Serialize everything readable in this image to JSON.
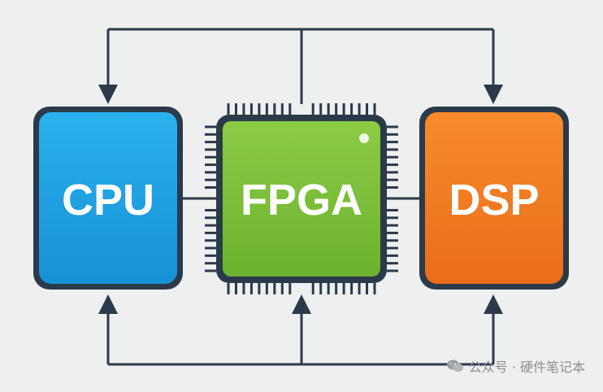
{
  "blocks": {
    "cpu": {
      "label": "CPU",
      "color": "#1fa0e0"
    },
    "fpga": {
      "label": "FPGA",
      "color": "#7cbf3a"
    },
    "dsp": {
      "label": "DSP",
      "color": "#f07a22"
    }
  },
  "line_color": "#2b3a4a",
  "watermark": {
    "icon": "wechat-icon",
    "text": "公众号 · 硬件笔记本"
  }
}
